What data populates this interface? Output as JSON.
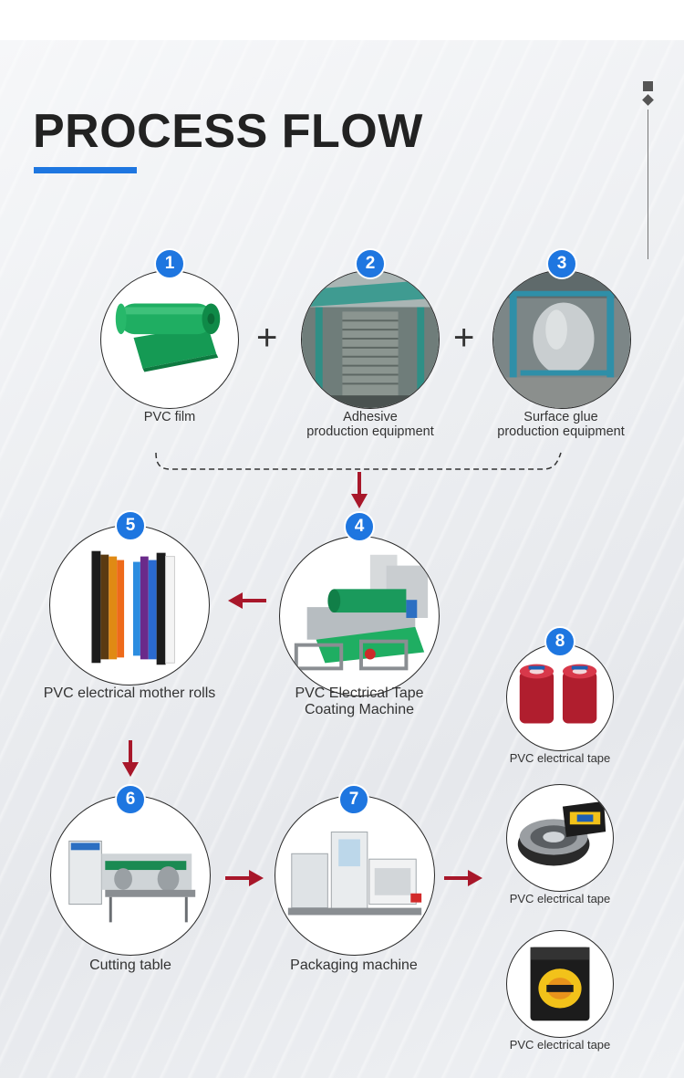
{
  "header": {
    "title": "PROCESS FLOW"
  },
  "steps": [
    {
      "number": "1",
      "label": "PVC film"
    },
    {
      "number": "2",
      "label_line1": "Adhesive",
      "label_line2": "production equipment"
    },
    {
      "number": "3",
      "label_line1": "Surface glue",
      "label_line2": "production equipment"
    },
    {
      "number": "4",
      "label_line1": "PVC Electrical Tape",
      "label_line2": "Coating Machine"
    },
    {
      "number": "5",
      "label": "PVC electrical mother rolls"
    },
    {
      "number": "6",
      "label": "Cutting table"
    },
    {
      "number": "7",
      "label": "Packaging machine"
    },
    {
      "number": "8"
    }
  ],
  "products": [
    {
      "label": "PVC electrical tape"
    },
    {
      "label": "PVC electrical tape"
    },
    {
      "label": "PVC electrical tape"
    }
  ],
  "operators": {
    "plus": "+"
  },
  "colors": {
    "badge": "#1e76e0",
    "arrow": "#a8172a",
    "accent_bar": "#1e76e0"
  }
}
